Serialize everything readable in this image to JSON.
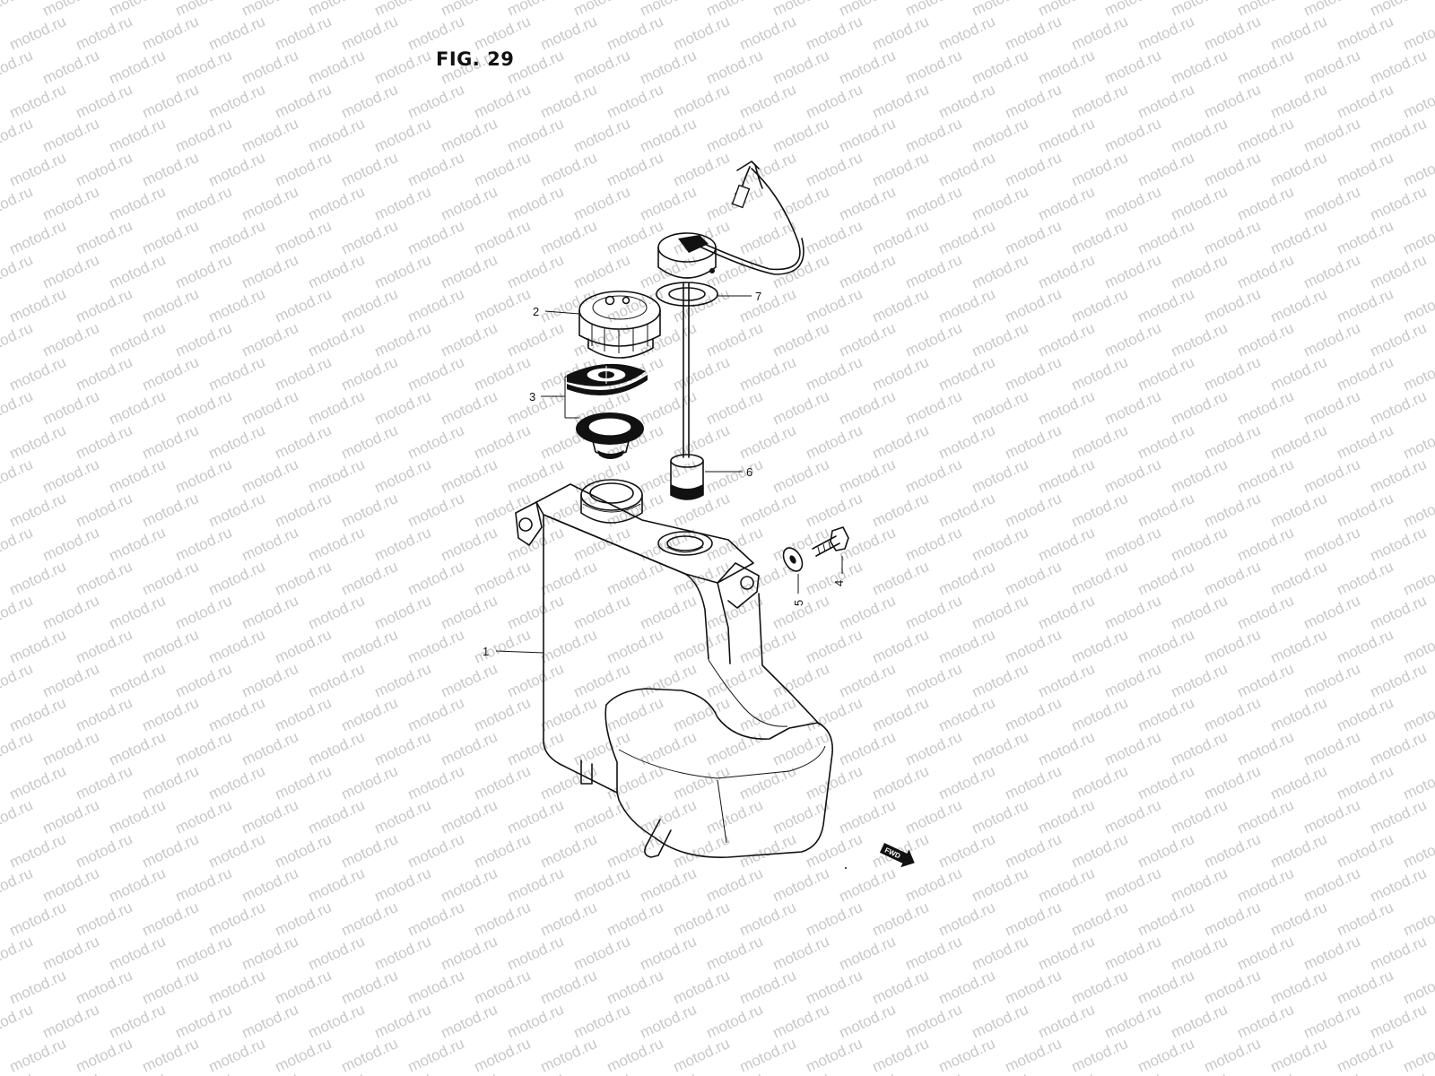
{
  "figure": {
    "title": "FIG. 29"
  },
  "watermark": {
    "text": "motod.ru",
    "color": "#c8c8c8"
  },
  "callouts": [
    {
      "id": "1",
      "label": "1"
    },
    {
      "id": "2",
      "label": "2"
    },
    {
      "id": "3",
      "label": "3"
    },
    {
      "id": "4",
      "label": "4"
    },
    {
      "id": "5",
      "label": "5"
    },
    {
      "id": "6",
      "label": "6"
    },
    {
      "id": "7",
      "label": "7"
    }
  ],
  "direction_badge": {
    "label": "FWD"
  }
}
